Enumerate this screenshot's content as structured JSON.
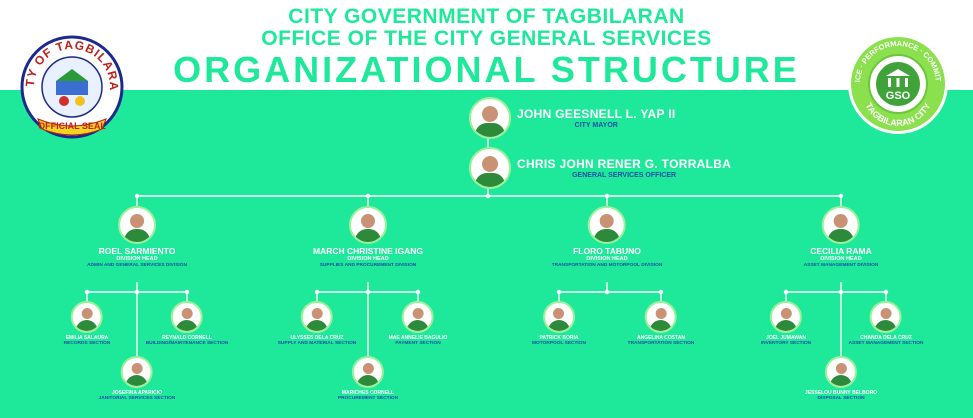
{
  "header": {
    "line1": "CITY GOVERNMENT OF TAGBILARAN",
    "line2": "OFFICE OF THE CITY GENERAL SERVICES",
    "line3": "ORGANIZATIONAL  STRUCTURE"
  },
  "seals": {
    "left": {
      "ring_top": "CITY OF TAGBILARAN",
      "banner": "OFFICIAL SEAL"
    },
    "right": {
      "ring_top": "SERVICE · PERFORMANCE · COMMITMENT",
      "ring_bottom": "TAGBILARAN CITY",
      "center": "GSO"
    }
  },
  "colors": {
    "band": "#1ee89a",
    "accent_blue": "#1a4fa8",
    "photo_ring": "#9df09a"
  },
  "mayor": {
    "name": "JOHN GEESNELL L. YAP II",
    "position": "CITY MAYOR"
  },
  "gso": {
    "name": "CHRIS JOHN RENER G. TORRALBA",
    "position": "GENERAL SERVICES OFFICER"
  },
  "divisions": [
    {
      "name": "ROEL SARMIENTO",
      "role": "DIVISION HEAD",
      "division": "ADMIN AND GENERAL SERVICES DIVISION",
      "staff": [
        {
          "name": "EMILIA SALAURA",
          "section": "RECORDS SECTION"
        },
        {
          "name": "REYNALD CORNELL",
          "section": "BUILDING/MAINTENANCE SECTION"
        },
        {
          "name": "JOSEFINA APARICIO",
          "section": "JANITORIAL SERVICES SECTION"
        }
      ]
    },
    {
      "name": "MARCH CHRISTINE IGANG",
      "role": "DIVISION HEAD",
      "division": "SUPPLIES AND PROCUREMENT DIVISION",
      "staff": [
        {
          "name": "ULYSSES DELA CRUZ",
          "section": "SUPPLY AND MATERIAL SECTION"
        },
        {
          "name": "MAE ANNELIE BAGULIO",
          "section": "PAYMENT SECTION"
        },
        {
          "name": "MARICHES CORNELL",
          "section": "PROCUREMENT SECTION"
        }
      ]
    },
    {
      "name": "FLORO TABUNO",
      "role": "DIVISION HEAD",
      "division": "TRANSPORTATION AND MOTORPOOL DIVISION",
      "staff": [
        {
          "name": "PATRICK BORIA",
          "section": "MOTORPOOL SECTION"
        },
        {
          "name": "ANGELINA COSTAN",
          "section": "TRANSPORTATION SECTION"
        }
      ]
    },
    {
      "name": "CECILIA RAMA",
      "role": "DIVISION HEAD",
      "division": "ASSET MANAGEMENT DIVISION",
      "staff": [
        {
          "name": "JOEL JUMAWAN",
          "section": "INVENTORY SECTION"
        },
        {
          "name": "CHANDA DELA CRUZ",
          "section": "ASSET MANAGEMENT SECTION"
        },
        {
          "name": "JESSELOU BUNNY BELBORO",
          "section": "DISPOSAL SECTION"
        }
      ]
    }
  ]
}
